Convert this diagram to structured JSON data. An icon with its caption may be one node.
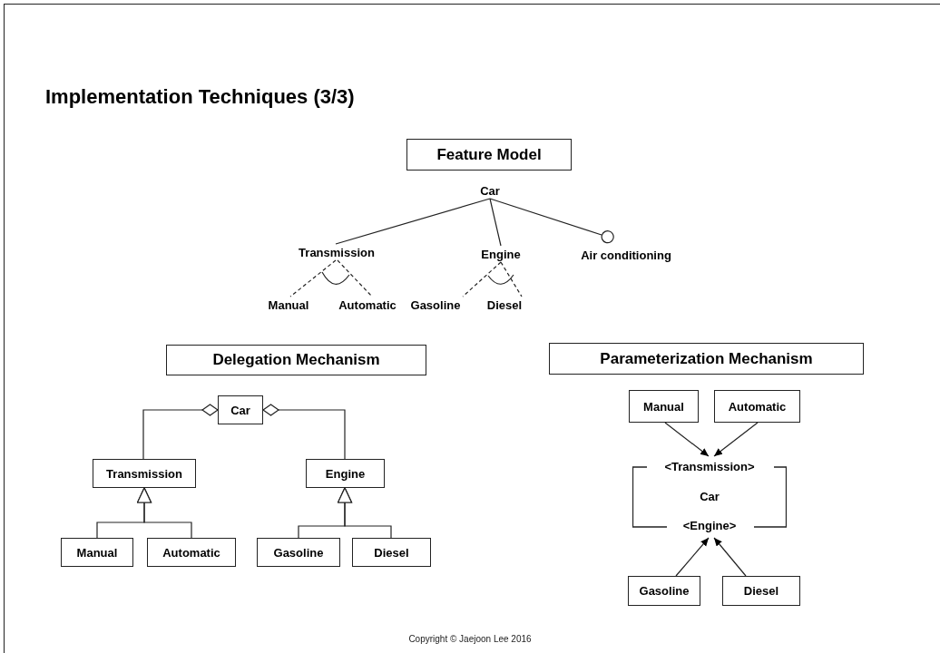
{
  "diagram": {
    "title": "Implementation Techniques (3/3)",
    "nodes": [
      {
        "text": [
          "Feature Model"
        ]
      },
      {
        "text": [
          "Car"
        ]
      },
      {
        "text": [
          "Transmission"
        ]
      },
      {
        "text": [
          "Engine"
        ]
      },
      {
        "text": [
          "Air conditioning"
        ]
      },
      {
        "text": [
          "Manual"
        ]
      },
      {
        "text": [
          "Automatic"
        ]
      },
      {
        "text": [
          "Gasoline"
        ]
      },
      {
        "text": [
          "Diesel"
        ]
      },
      {
        "text": [
          "Delegation Mechanism"
        ]
      },
      {
        "text": [
          "Car"
        ]
      },
      {
        "text": [
          "Transmission"
        ]
      },
      {
        "text": [
          "Engine"
        ]
      },
      {
        "text": [
          "Manual"
        ]
      },
      {
        "text": [
          "Automatic"
        ]
      },
      {
        "text": [
          "Gasoline"
        ]
      },
      {
        "text": [
          "Diesel"
        ]
      },
      {
        "text": [
          "Parameterization Mechanism"
        ]
      },
      {
        "text": [
          "Manual"
        ]
      },
      {
        "text": [
          "Automatic"
        ]
      },
      {
        "text": [
          "<Transmission>",
          "Car",
          "<Engine>"
        ]
      },
      {
        "text": [
          "Gasoline"
        ]
      },
      {
        "text": [
          "Diesel"
        ]
      }
    ],
    "edges": [
      {
        "from": 1,
        "to": 2,
        "arrow": "none"
      },
      {
        "from": 1,
        "to": 3,
        "arrow": "none"
      },
      {
        "from": 1,
        "to": 4,
        "arrow": "other"
      },
      {
        "from": 2,
        "to": 5,
        "arrow": "none",
        "style": "dashed"
      },
      {
        "from": 2,
        "to": 6,
        "arrow": "none",
        "style": "dashed"
      },
      {
        "from": 3,
        "to": 7,
        "arrow": "none",
        "style": "dashed"
      },
      {
        "from": 3,
        "to": 8,
        "arrow": "none",
        "style": "dashed"
      },
      {
        "from": 10,
        "to": 11,
        "arrow": "other"
      },
      {
        "from": 10,
        "to": 12,
        "arrow": "other"
      },
      {
        "from": 13,
        "to": 11,
        "arrow": "to"
      },
      {
        "from": 14,
        "to": 11,
        "arrow": "to"
      },
      {
        "from": 15,
        "to": 12,
        "arrow": "to"
      },
      {
        "from": 16,
        "to": 12,
        "arrow": "to"
      },
      {
        "from": 18,
        "to": 20,
        "arrow": "to"
      },
      {
        "from": 19,
        "to": 20,
        "arrow": "to"
      },
      {
        "from": 21,
        "to": 20,
        "arrow": "to"
      },
      {
        "from": 22,
        "to": 20,
        "arrow": "to"
      }
    ],
    "labels": [
      "Copyright © Jaejoon Lee 2016"
    ]
  }
}
